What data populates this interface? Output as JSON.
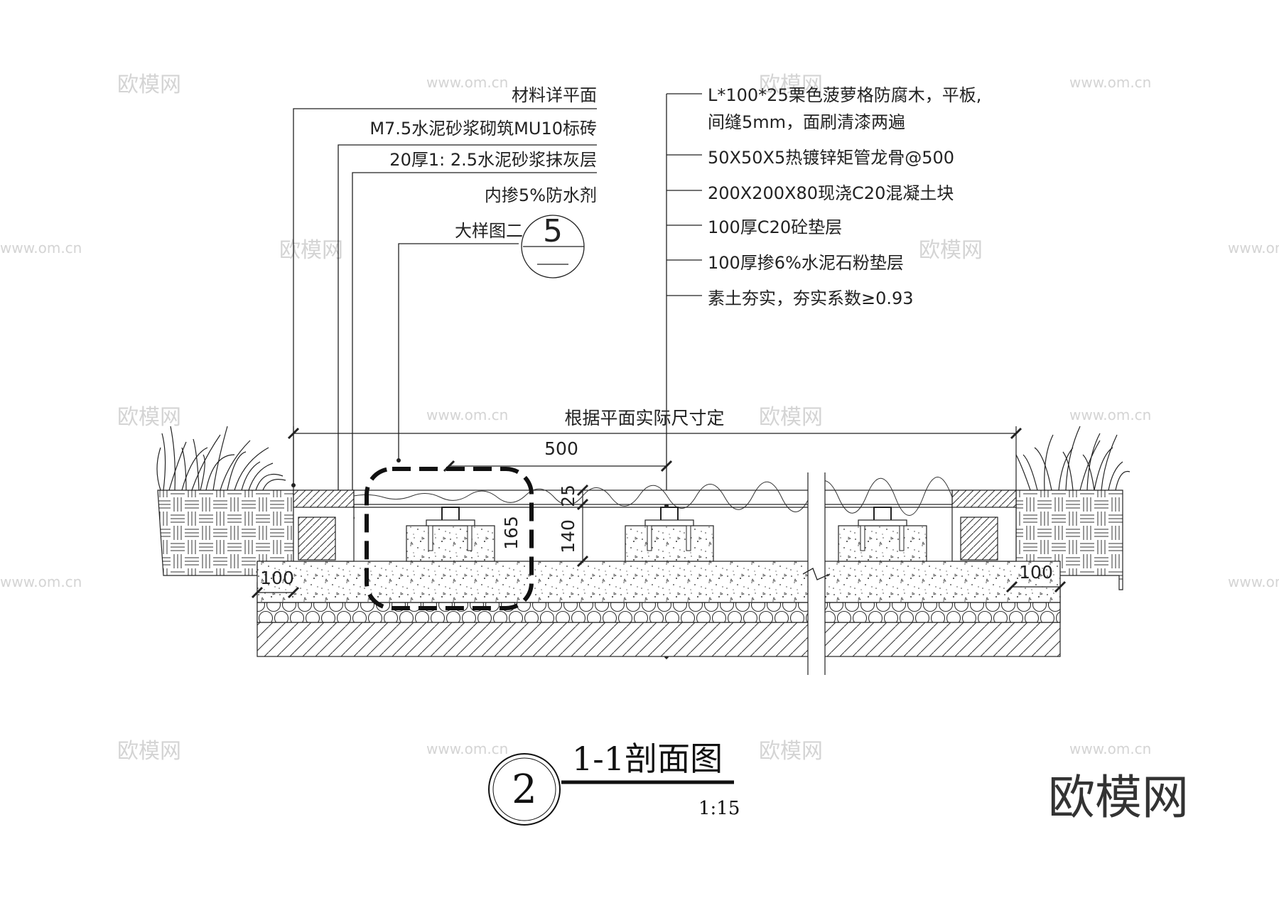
{
  "drawing": {
    "title": "1-1剖面图",
    "scale": "1:15",
    "detail_no": "2",
    "callout": {
      "number": "5",
      "label": "大样图二"
    }
  },
  "left_notes": [
    "材料详平面",
    "M7.5水泥砂浆砌筑MU10标砖",
    "20厚1: 2.5水泥砂浆抹灰层",
    "内掺5%防水剂"
  ],
  "right_notes": [
    "L*100*25栗色菠萝格防腐木，平板,",
    "间缝5mm，面刷清漆两遍",
    "50X50X5热镀锌矩管龙骨@500",
    "200X200X80现浇C20混凝土块",
    "100厚C20砼垫层",
    "100厚掺6%水泥石粉垫层",
    "素土夯实，夯实系数≥0.93"
  ],
  "dimensions": {
    "overall": "根据平面实际尺寸定",
    "spacing": "500",
    "v165": "165",
    "v140": "140",
    "v25": "25",
    "left_100": "100",
    "right_100": "100"
  },
  "watermark": {
    "brand": "欧模网",
    "url": "www.om.cn"
  },
  "colors": {
    "line": "#222222",
    "watermark": "#d4d4d4"
  }
}
